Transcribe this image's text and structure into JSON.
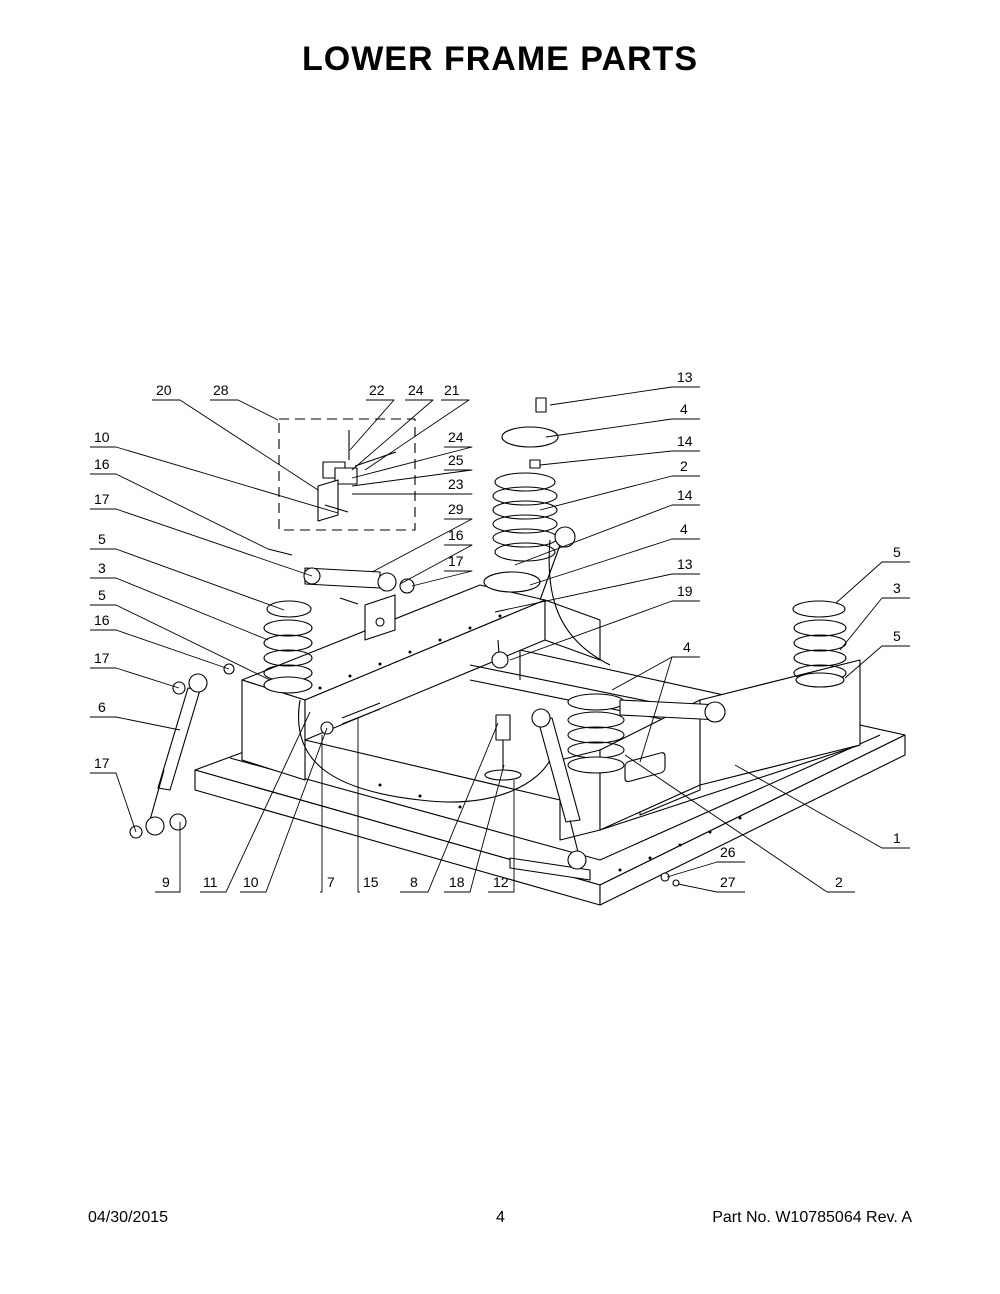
{
  "page": {
    "title": "LOWER FRAME PARTS",
    "date": "04/30/2015",
    "page_number": "4",
    "part_number": "Part No.  W10785064  Rev.  A"
  },
  "callouts": [
    "20",
    "28",
    "22",
    "24",
    "21",
    "10",
    "24",
    "25",
    "23",
    "16",
    "17",
    "29",
    "16",
    "17",
    "5",
    "3",
    "5",
    "16",
    "17",
    "6",
    "17",
    "13",
    "4",
    "14",
    "2",
    "14",
    "4",
    "13",
    "19",
    "4",
    "5",
    "3",
    "5",
    "1",
    "26",
    "27",
    "2",
    "9",
    "11",
    "10",
    "7",
    "15",
    "8",
    "18",
    "12"
  ]
}
